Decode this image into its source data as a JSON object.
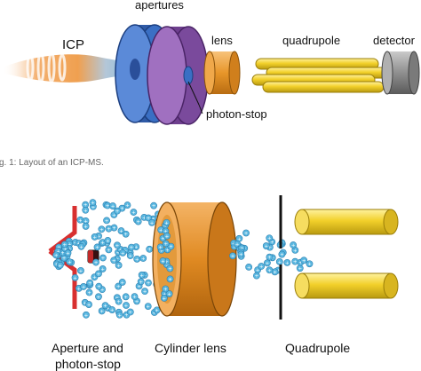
{
  "diagram": {
    "top": {
      "icp_label": "ICP",
      "apertures_label": "apertures",
      "lens_label": "lens",
      "quadrupole_label": "quadrupole",
      "detector_label": "detector",
      "photon_stop_label": "photon-stop"
    },
    "caption": "g. 1:  Layout of an ICP-MS.",
    "bottom": {
      "aperture_label_line1": "Aperture and",
      "aperture_label_line2": "photon-stop",
      "cylinder_lens_label": "Cylinder lens",
      "quadrupole_label": "Quadrupole",
      "ion_symbol": "+"
    },
    "colors": {
      "aperture_blue": "#3a6fc4",
      "aperture_purple": "#8a55a8",
      "lens_orange": "#e8962a",
      "quadrupole_yellow": "#f0cf28",
      "detector_gray": "#8f8f8f",
      "plasma_orange": "#f0a050",
      "plasma_blue": "#7fb6dc",
      "ion_blue": "#5ab7e0",
      "aperture_red": "#d83030"
    }
  }
}
